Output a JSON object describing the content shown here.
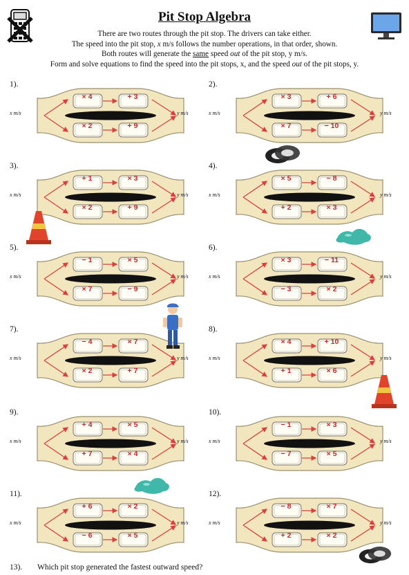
{
  "header": {
    "title": "Pit Stop Algebra",
    "line1": "There are two routes through the pit stop. The drivers can take either.",
    "line2_pre": "The speed into the pit stop, ",
    "line2_var": "x",
    "line2_post": " m/s follows the number operations, in that order, shown.",
    "line3_pre": "Both routes will generate the ",
    "line3_same": "same",
    "line3_mid": " speed ",
    "line3_out": "out",
    "line3_post": " of the pit stop, y m/s.",
    "line4_pre": "Form and solve equations to find the speed into the pit stops, x, and the speed ",
    "line4_out": "out",
    "line4_post": " of the pit stops, y."
  },
  "labels": {
    "x": "x m/s",
    "y": "y m/s"
  },
  "problems": [
    {
      "num": "1).",
      "top": [
        "× 4",
        "+ 3"
      ],
      "bottom": [
        "× 2",
        "+ 9"
      ]
    },
    {
      "num": "2).",
      "top": [
        "× 3",
        "+ 6"
      ],
      "bottom": [
        "× 7",
        "− 10"
      ]
    },
    {
      "num": "3).",
      "top": [
        "+ 1",
        "× 3"
      ],
      "bottom": [
        "× 2",
        "+ 9"
      ]
    },
    {
      "num": "4).",
      "top": [
        "× 5",
        "− 8"
      ],
      "bottom": [
        "+ 2",
        "× 3"
      ]
    },
    {
      "num": "5).",
      "top": [
        "− 1",
        "× 5"
      ],
      "bottom": [
        "× 7",
        "− 9"
      ]
    },
    {
      "num": "6).",
      "top": [
        "× 3",
        "− 11"
      ],
      "bottom": [
        "− 3",
        "× 2"
      ]
    },
    {
      "num": "7).",
      "top": [
        "− 4",
        "× 7"
      ],
      "bottom": [
        "× 2",
        "+ 7"
      ]
    },
    {
      "num": "8).",
      "top": [
        "× 4",
        "+ 10"
      ],
      "bottom": [
        "+ 1",
        "× 6"
      ]
    },
    {
      "num": "9).",
      "top": [
        "+ 4",
        "× 5"
      ],
      "bottom": [
        "+ 7",
        "× 4"
      ]
    },
    {
      "num": "10).",
      "top": [
        "− 1",
        "× 3"
      ],
      "bottom": [
        "− 7",
        "× 5"
      ]
    },
    {
      "num": "11).",
      "top": [
        "+ 6",
        "× 2"
      ],
      "bottom": [
        "− 6",
        "× 5"
      ]
    },
    {
      "num": "12).",
      "top": [
        "− 8",
        "× 7"
      ],
      "bottom": [
        "+ 2",
        "× 2"
      ]
    }
  ],
  "footer": {
    "q13_num": "13).",
    "q13_text": "Which pit stop generated the fastest outward speed?"
  },
  "colors": {
    "track": "#f2e6bf",
    "track_edge": "#9a8f6e",
    "arrow": "#d9403f",
    "op_text": "#c8282a",
    "divider": "#111111"
  },
  "icons": [
    "calculator-crossed-icon",
    "computer-monitor-icon",
    "tyre-icon",
    "traffic-cone-icon",
    "oil-spill-icon",
    "mechanic-icon"
  ]
}
